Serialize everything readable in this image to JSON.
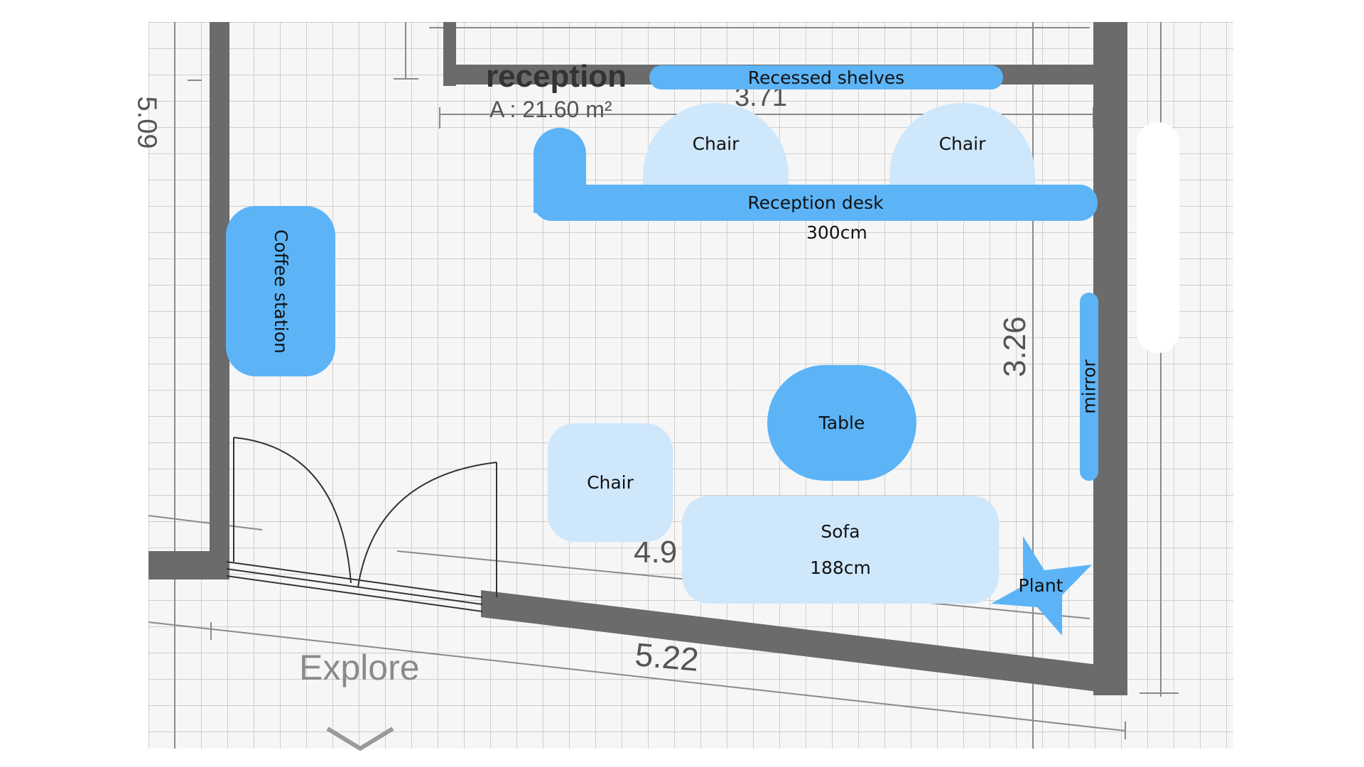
{
  "plan": {
    "room_name": "reception",
    "room_area": "A : 21.60 m²",
    "dim_top": "3.71",
    "dim_right": "3.26",
    "dim_bottom": "5.22",
    "dim_left_partial": "5.09",
    "dim_bottom_partial": "4.9",
    "explore_label": "Explore"
  },
  "furniture": {
    "recessed_shelves": "Recessed shelves",
    "chair_top_left": "Chair",
    "chair_top_right": "Chair",
    "reception_desk": "Reception desk",
    "reception_desk_size": "300cm",
    "coffee_station": "Coffee station",
    "mirror": "mirror",
    "table": "Table",
    "chair_left": "Chair",
    "sofa": "Sofa",
    "sofa_size": "188cm",
    "plant": "Plant"
  },
  "colors": {
    "dark_blue": "#5cb4f7",
    "light_blue": "#cfe7fb",
    "wall": "#6b6b6b"
  }
}
